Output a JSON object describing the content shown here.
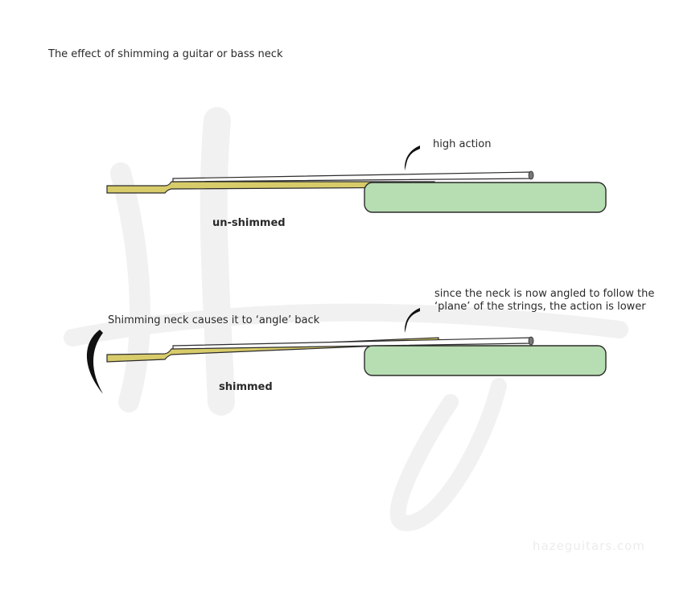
{
  "title": "The effect of shimming a guitar or bass neck",
  "labels": {
    "unshimmed": "un-shimmed",
    "shimmed": "shimmed",
    "high_action": "high action",
    "lower_action_line1": "since the neck is now angled to follow the",
    "lower_action_line2": "‘plane’ of the strings, the action is lower",
    "angle_back": "Shimming neck causes it to ‘angle’ back"
  },
  "watermark": {
    "url": "hazeguitars.com"
  },
  "colors": {
    "neck": "#d8cc6a",
    "body": "#b7ddb2",
    "outline": "#2b2b2b",
    "watermark": "#eeeeee"
  },
  "icons": [
    "curved-arrow-icon"
  ]
}
